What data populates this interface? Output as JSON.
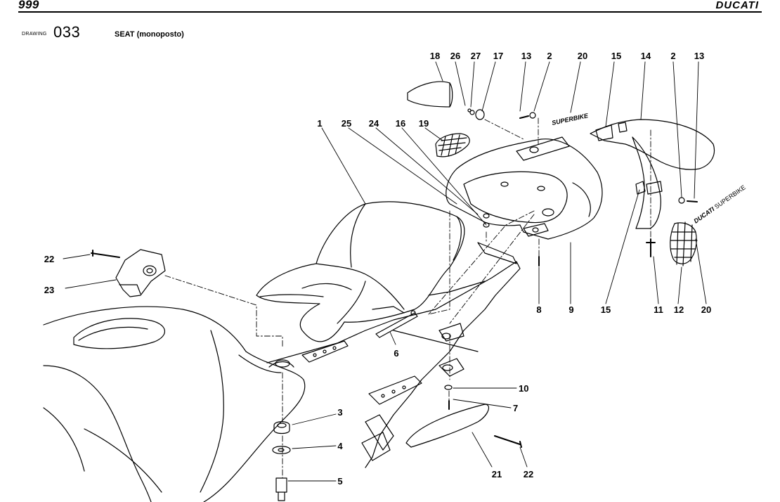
{
  "header": {
    "model": "999",
    "brand": "DUCATI"
  },
  "drawing": {
    "label": "DRAWING",
    "number": "033",
    "title": "SEAT (monoposto)"
  },
  "decal_text": {
    "brand": "DUCATI",
    "word": "SUPERBIKE"
  },
  "callouts": [
    "18",
    "26",
    "27",
    "17",
    "13",
    "2",
    "20",
    "15",
    "14",
    "2",
    "13",
    "1",
    "25",
    "24",
    "16",
    "19",
    "22",
    "23",
    "8",
    "9",
    "15",
    "11",
    "12",
    "20",
    "6",
    "10",
    "7",
    "3",
    "4",
    "5",
    "21",
    "22"
  ]
}
